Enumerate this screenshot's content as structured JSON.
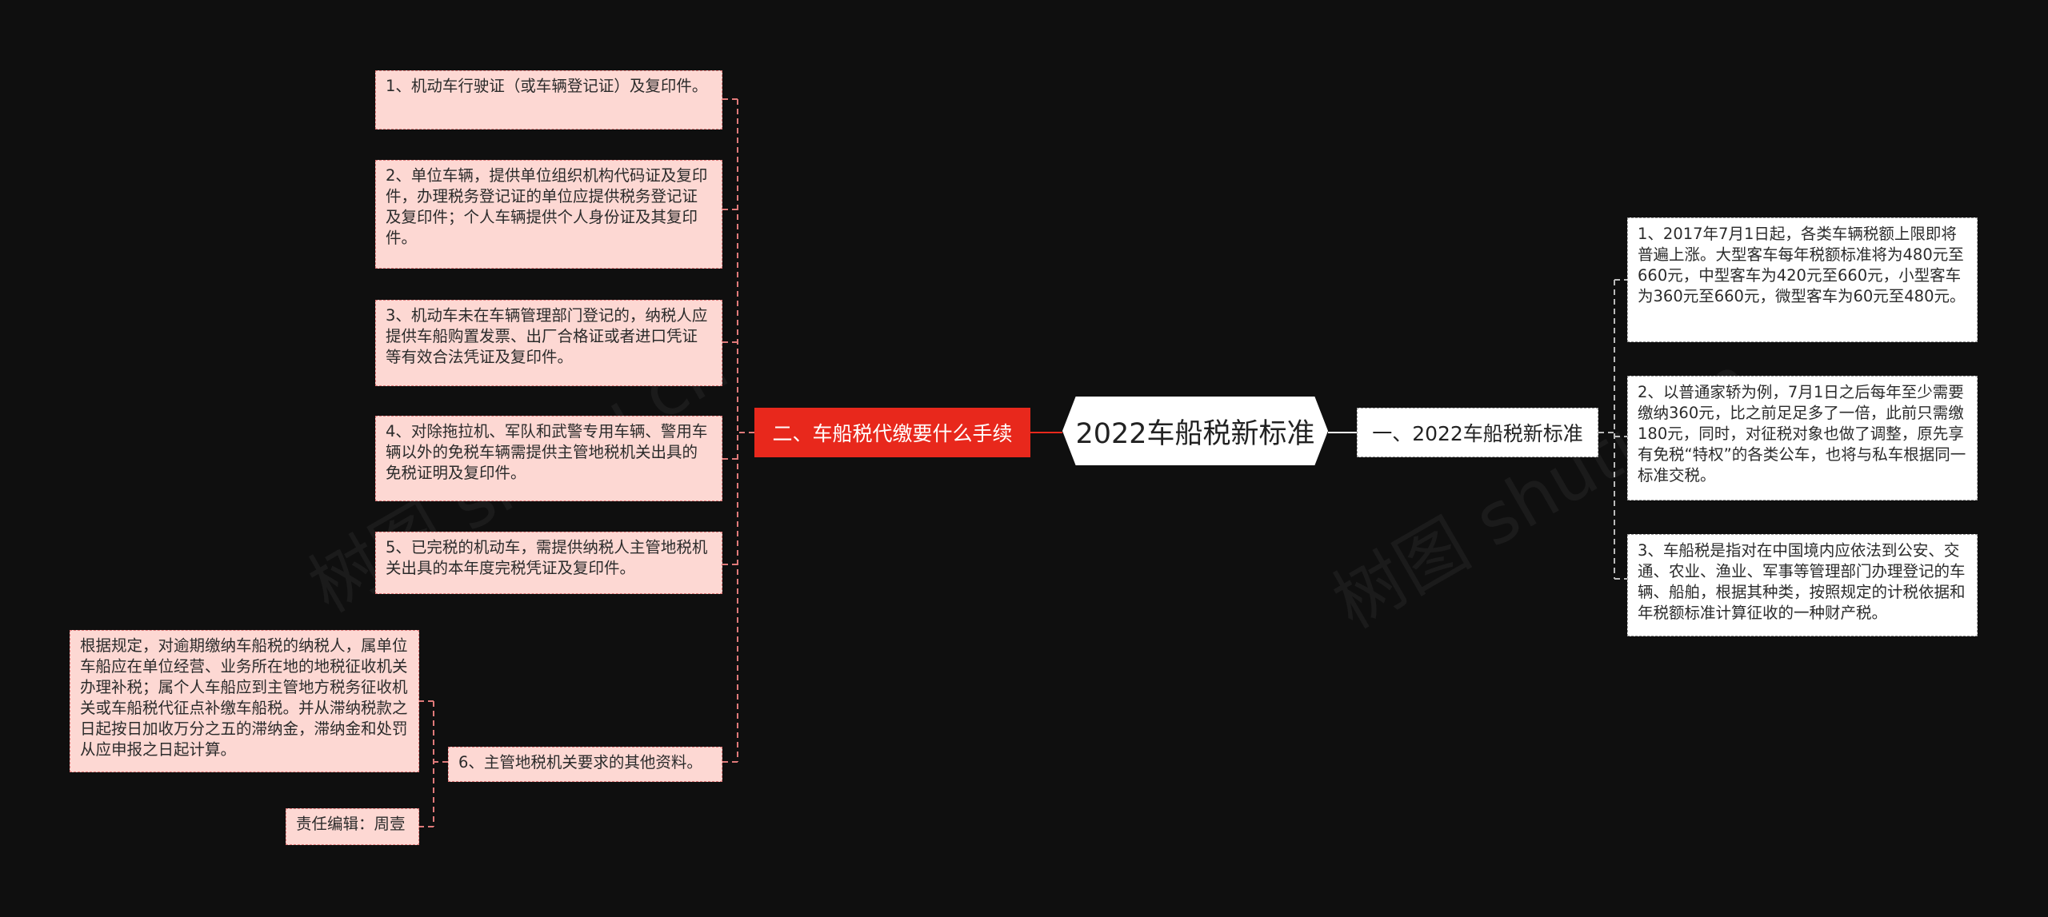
{
  "root": {
    "title": "2022车船税新标准"
  },
  "left_branch": {
    "title": "二、车船税代缴要什么手续",
    "items": [
      "1、机动车行驶证（或车辆登记证）及复印件。",
      "2、单位车辆，提供单位组织机构代码证及复印件，办理税务登记证的单位应提供税务登记证及复印件；个人车辆提供个人身份证及其复印件。",
      "3、机动车未在车辆管理部门登记的，纳税人应提供车船购置发票、出厂合格证或者进口凭证等有效合法凭证及复印件。",
      "4、对除拖拉机、军队和武警专用车辆、警用车辆以外的免税车辆需提供主管地税机关出具的免税证明及复印件。",
      "5、已完税的机动车，需提供纳税人主管地税机关出具的本年度完税凭证及复印件。",
      "6、主管地税机关要求的其他资料。"
    ],
    "sub_items": [
      "根据规定，对逾期缴纳车船税的纳税人，属单位车船应在单位经营、业务所在地的地税征收机关办理补税；属个人车船应到主管地方税务征收机关或车船税代征点补缴车船税。并从滞纳税款之日起按日加收万分之五的滞纳金，滞纳金和处罚从应申报之日起计算。",
      "责任编辑：周壹"
    ]
  },
  "right_branch": {
    "title": "一、2022车船税新标准",
    "items": [
      "1、2017年7月1日起，各类车辆税额上限即将普遍上涨。大型客车每年税额标准将为480元至660元，中型客车为420元至660元，小型客车为360元至660元，微型客车为60元至480元。",
      "2、以普通家轿为例，7月1日之后每年至少需要缴纳360元，比之前足足多了一倍，此前只需缴180元，同时，对征税对象也做了调整，原先享有免税“特权”的各类公车，也将与私车根据同一标准交税。",
      "3、车船税是指对在中国境内应依法到公安、交通、农业、渔业、军事等管理部门办理登记的车辆、船舶，根据其种类，按照规定的计税依据和年税额标准计算征收的一种财产税。"
    ]
  },
  "watermark": "树图 shutu.cn",
  "colors": {
    "background": "#0f0f0f",
    "left_branch": "#e8281c",
    "left_node_fill": "#fdd8d3",
    "left_connector": "#e07a7a",
    "right_connector": "#bbbbbb"
  }
}
